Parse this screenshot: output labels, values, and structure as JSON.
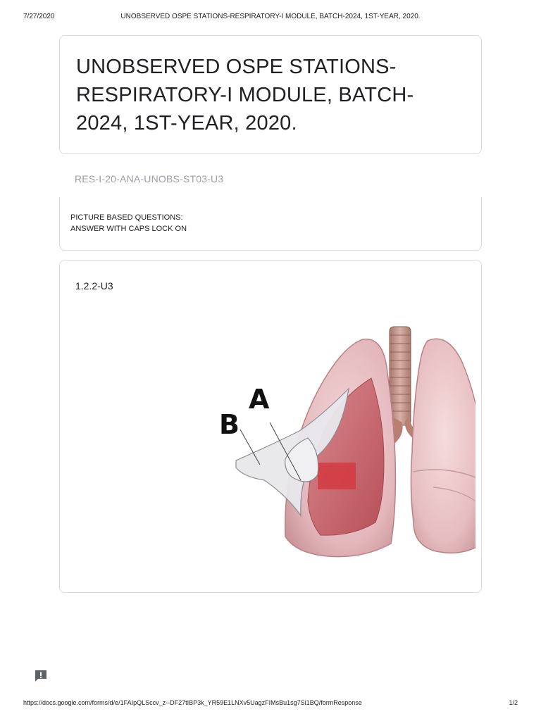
{
  "print_header": {
    "date": "7/27/2020",
    "title": "UNOBSERVED OSPE STATIONS-RESPIRATORY-I MODULE, BATCH-2024, 1ST-YEAR, 2020."
  },
  "form": {
    "title": "UNOBSERVED OSPE STATIONS-RESPIRATORY-I MODULE, BATCH-2024, 1ST-YEAR, 2020.",
    "section_id": "RES-I-20-ANA-UNOBS-ST03-U3",
    "description_line1": "PICTURE BASED QUESTIONS:",
    "description_line2": "ANSWER WITH CAPS LOCK ON"
  },
  "question": {
    "label": "1.2.2-U3",
    "image_labels": {
      "a": "A",
      "b": "B"
    }
  },
  "feedback": {
    "icon": "feedback-icon"
  },
  "print_footer": {
    "url": "https://docs.google.com/forms/d/e/1FAIpQLSccv_z--DF27tIBP3k_YR59E1LNXv5UagzFIMsBu1sg7Si1BQ/formResponse",
    "page": "1/2"
  }
}
